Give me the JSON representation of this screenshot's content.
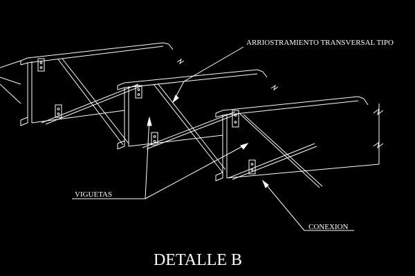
{
  "drawing": {
    "background": "#000000",
    "stroke_color": "#ffffff",
    "labels": {
      "cross_bracing": "ARRIOSTRAMIENTO TRANSVERSAL TIPO",
      "joists": "VIGUETAS",
      "connection": "CONEXION",
      "title": "DETALLE B"
    }
  }
}
